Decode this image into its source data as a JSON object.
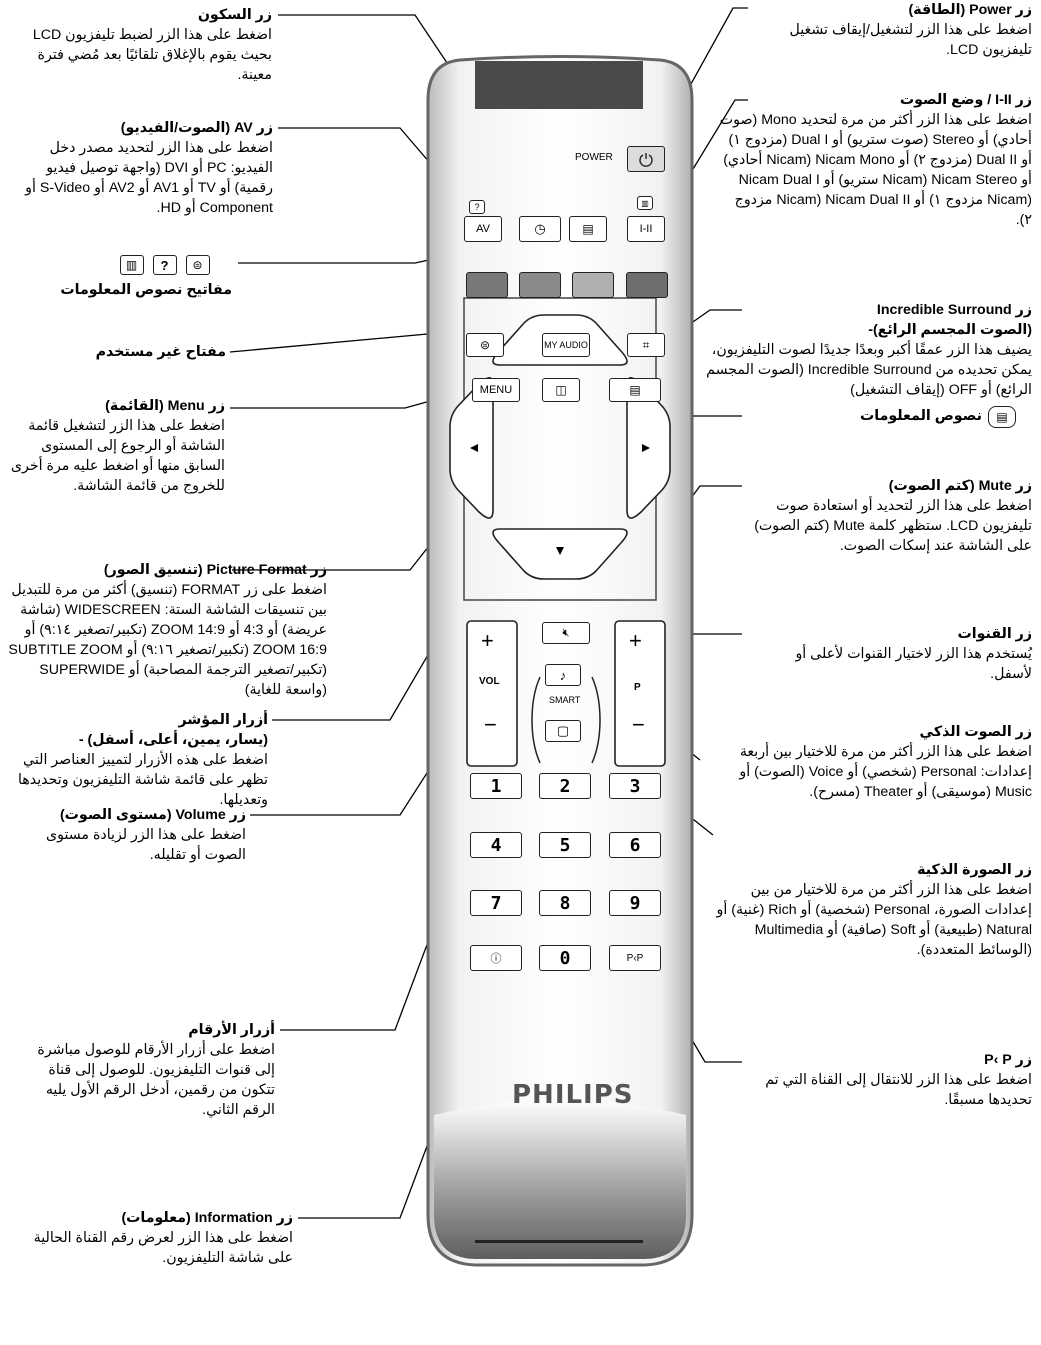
{
  "remote": {
    "power_label": "POWER",
    "av_label": "AV",
    "i_ii_label": "I-II",
    "my_audio_label": "MY AUDIO",
    "menu_label": "MENU",
    "vol_label": "VOL",
    "p_label": "P",
    "smart_label": "SMART",
    "pp_label": "P‹P",
    "brand": "PHILIPS",
    "digits": [
      "1",
      "2",
      "3",
      "4",
      "5",
      "6",
      "7",
      "8",
      "9",
      "0"
    ],
    "colors": {
      "red": "#787878",
      "green": "#8a8a8a",
      "yellow": "#b0b0b0",
      "blue": "#6e6e6e"
    }
  },
  "annotations": {
    "sleep": {
      "title": "زر السكون",
      "body": "اضغط على هذا الزر لضبط تليفزيون LCD بحيث يقوم بالإغلاق تلقائيًا بعد مُضي فترة معينة."
    },
    "av": {
      "title": "زر AV (الصوت/الفيديو)",
      "body": "اضغط على هذا الزر لتحديد مصدر دخل الفيديو: PC أو DVI (واجهة توصيل فيديو رقمية) أو TV أو AV1 أو AV2 أو S-Video أو Component أو HD."
    },
    "teletext_keys": {
      "title": "مفاتيح نصوص المعلومات"
    },
    "unused": {
      "title": "مفتاح غير مستخدم"
    },
    "menu": {
      "title": "زر Menu (القائمة)",
      "body": "اضغط على هذا الزر لتشغيل قائمة الشاشة أو الرجوع إلى المستوى السابق منها أو اضغط عليه مرة أخرى للخروج من قائمة الشاشة."
    },
    "picture_format": {
      "title": "زر Picture Format (تنسيق الصور)",
      "body": "اضغط على زر FORMAT (تنسيق) أكثر من مرة للتبديل بين تنسيقات الشاشة الستة: WIDESCREEN (شاشة عريضة) أو 4:3 أو ZOOM 14:9 (تكبير/تصغير ٩:١٤) أو ZOOM 16:9 (تكبير/تصغير ٩:١٦) أو SUBTITLE ZOOM (تكبير/تصغير الترجمة المصاحبة) أو SUPERWIDE (واسعة للغاية)"
    },
    "cursor": {
      "title": "أزرار المؤشر",
      "subtitle": "(يسار، يمين، أعلى، أسفل) -",
      "body": "اضغط على هذه الأزرار لتمييز العناصر التي تظهر على قائمة شاشة التليفزيون وتحديدها وتعديلها."
    },
    "volume": {
      "title": "زر Volume (مستوى الصوت)",
      "body": "اضغط على هذا الزر لزيادة مستوى الصوت أو تقليله."
    },
    "digits": {
      "title": "أزرار الأرقام",
      "body": "اضغط على أزرار الأرقام للوصول مباشرة إلى قنوات التليفزيون. للوصول إلى قناة تتكون من رقمين، أدخل الرقم الأول يليه الرقم الثاني."
    },
    "information": {
      "title": "زر Information (معلومات)",
      "body": "اضغط على هذا الزر لعرض رقم القناة الحالية على شاشة التليفزيون."
    },
    "power": {
      "title": "زر Power (الطاقة)",
      "body": "اضغط على هذا الزر لتشغيل/إيقاف تشغيل تليفزيون LCD."
    },
    "sound_mode": {
      "title": "زر I-II / وضع الصوت",
      "body": "اضغط على هذا الزر أكثر من مرة لتحديد Mono (صوت أحادي) أو Stereo (صوت ستريو) أو Dual I (مزدوج ١) أو Dual II (مزدوج ٢) أو Nicam Mono (Nicam أحادي) أو Nicam Stereo (Nicam ستريو) أو Nicam Dual I (Nicam مزدوج ١) أو Nicam Dual II (Nicam مزدوج ٢)."
    },
    "surround": {
      "title": "زر Incredible Surround",
      "subtitle": "(الصوت المجسم الرائع)-",
      "body": "يضيف هذا الزر عمقًا أكبر وبعدًا جديدًا لصوت التليفزيون، يمكن تحديده من Incredible Surround (الصوت المجسم الرائع) أو OFF (إيقاف التشغيل)"
    },
    "teletext": {
      "title": "نصوص المعلومات"
    },
    "mute": {
      "title": "زر Mute (كتم الصوت)",
      "body": "اضغط على هذا الزر لتحديد أو استعادة صوت تليفزيون LCD. ستظهر كلمة Mute (كتم الصوت) على الشاشة عند إسكات الصوت."
    },
    "channels": {
      "title": "زر القنوات",
      "body": "يُستخدم هذا الزر لاختيار القنوات لأعلى أو لأسفل."
    },
    "smart_sound": {
      "title": "زر الصوت الذكي",
      "body": "اضغط على هذا الزر أكثر من مرة للاختيار بين أربعة إعدادات: Personal (شخصي) أو Voice (الصوت) أو Music (موسيقى) أو Theater (مسرح)."
    },
    "smart_picture": {
      "title": "زر الصورة الذكية",
      "body": "اضغط على هذا الزر أكثر من مرة للاختيار من بين إعدادات الصورة، Personal (شخصية) أو Rich (غنية) أو Natural (طبيعية) أو Soft (صافية) أو Multimedia (الوسائط المتعددة)."
    },
    "pp": {
      "title": "زر P‹ P",
      "body": "اضغط على هذا الزر للانتقال إلى القناة التي تم تحديدها مسبقًا."
    }
  }
}
